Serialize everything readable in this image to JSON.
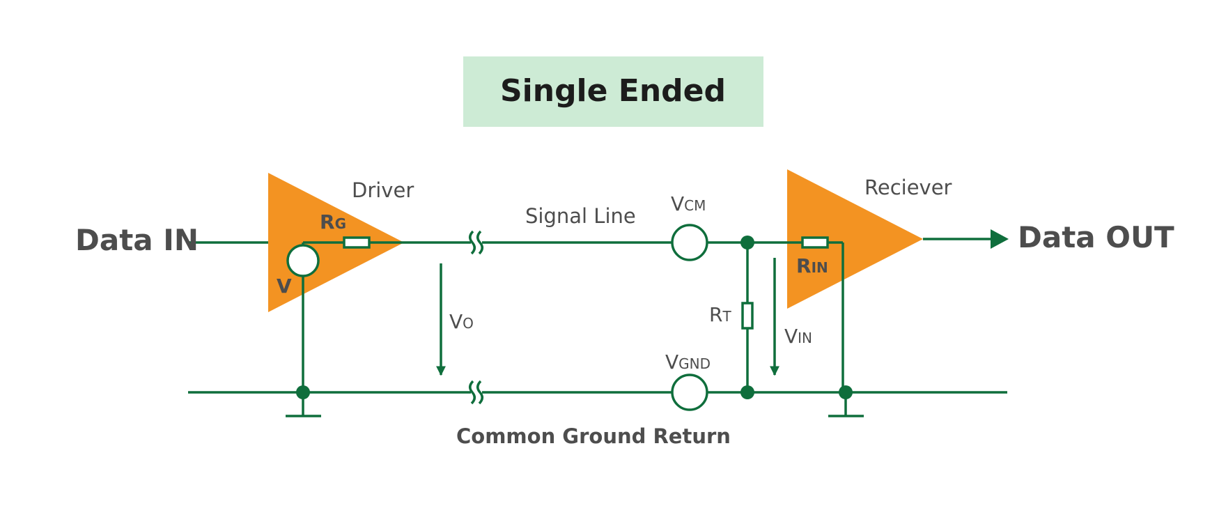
{
  "title": "Single Ended",
  "labels": {
    "data_in": "Data IN",
    "data_out": "Data OUT",
    "driver": "Driver",
    "receiver": "Reciever",
    "signal_line": "Signal Line",
    "common_ground_return": "Common Ground Return"
  },
  "symbols": {
    "rg": {
      "main": "R",
      "sub": "G"
    },
    "v": {
      "main": "V"
    },
    "vo": {
      "main": "V",
      "sub": "O"
    },
    "vcm": {
      "main": "V",
      "sub": "CM"
    },
    "rt": {
      "main": "R",
      "sub": "T"
    },
    "rin": {
      "main": "R",
      "sub": "IN"
    },
    "vin": {
      "main": "V",
      "sub": "IN"
    },
    "vgnd": {
      "main": "V",
      "sub": "GND"
    }
  },
  "colors": {
    "wire": "#0f6e3c",
    "amplifier": "#f39322",
    "title_background": "#cdebd5",
    "text": "#4d4d4d"
  }
}
